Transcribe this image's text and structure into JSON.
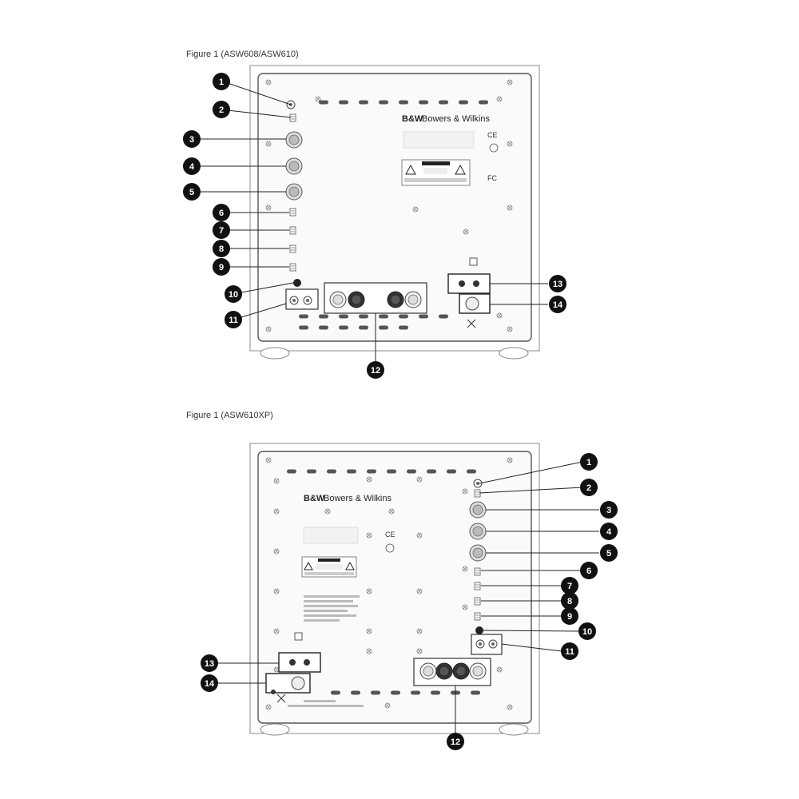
{
  "figures": [
    {
      "caption": "Figure 1 (ASW608/ASW610)",
      "brand": "Bowers & Wilkins",
      "brand_short": "B&W",
      "callouts": [
        "1",
        "2",
        "3",
        "4",
        "5",
        "6",
        "7",
        "8",
        "9",
        "10",
        "11",
        "12",
        "13",
        "14"
      ]
    },
    {
      "caption": "Figure 1 (ASW610XP)",
      "brand": "Bowers & Wilkins",
      "brand_short": "B&W",
      "callouts": [
        "1",
        "2",
        "3",
        "4",
        "5",
        "6",
        "7",
        "8",
        "9",
        "10",
        "11",
        "12",
        "13",
        "14"
      ]
    }
  ],
  "marks": {
    "ce": "CE",
    "fcc": "FC"
  }
}
